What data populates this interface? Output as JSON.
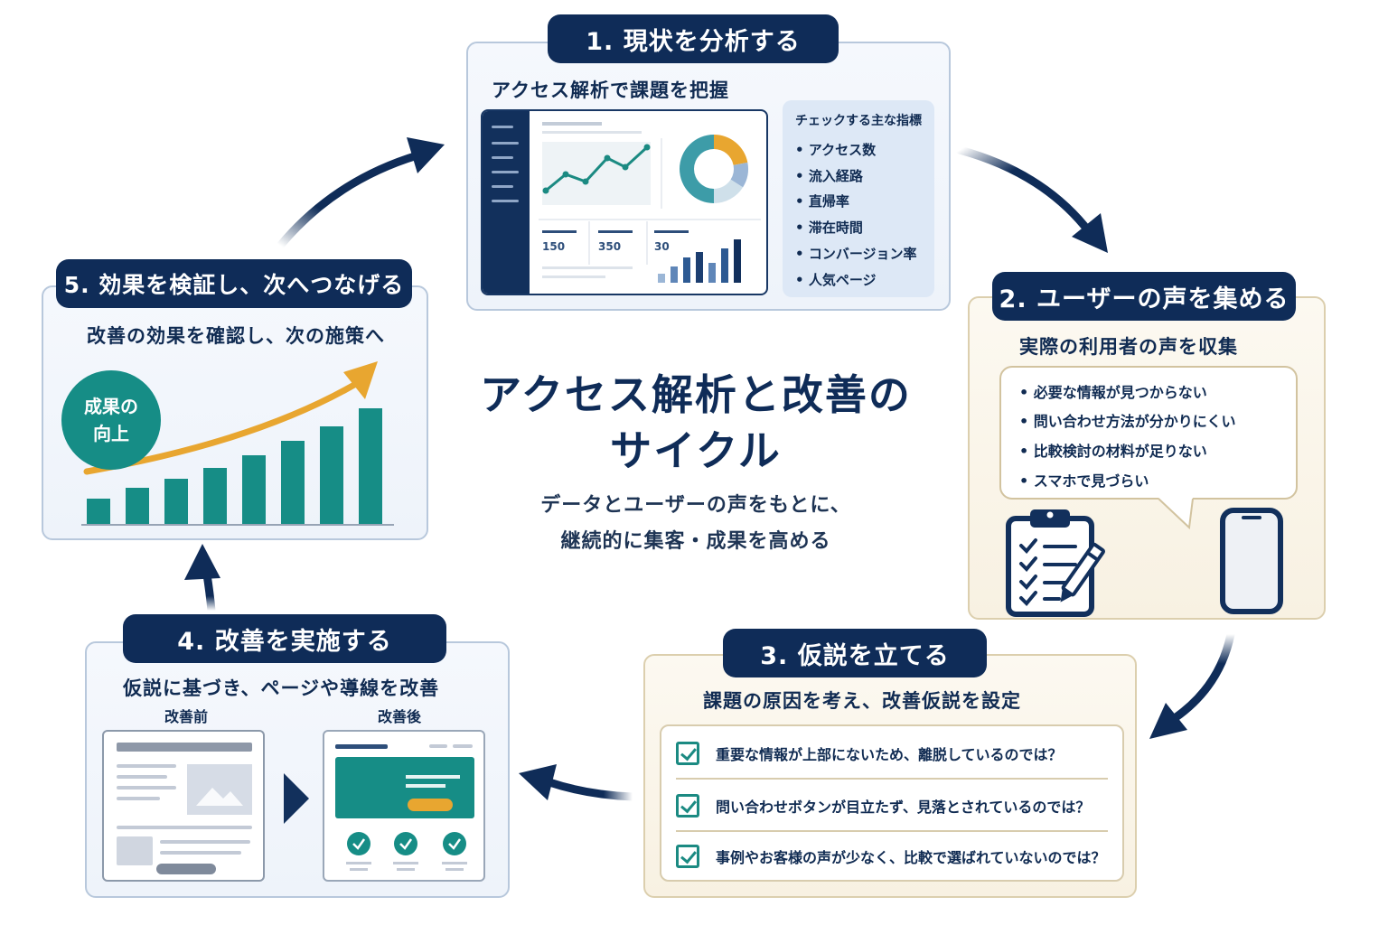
{
  "center": {
    "title_line1": "アクセス解析と改善の",
    "title_line2": "サイクル",
    "sub_line1": "データとユーザーの声をもとに、",
    "sub_line2": "継続的に集客・成果を高める"
  },
  "step1": {
    "title": "1. 現状を分析する",
    "subtitle": "アクセス解析で課題を把握",
    "metrics_heading": "チェックする主な指標",
    "metrics": [
      "アクセス数",
      "流入経路",
      "直帰率",
      "滞在時間",
      "コンバージョン率",
      "人気ページ"
    ],
    "dashboard_values": [
      "150",
      "350",
      "30"
    ],
    "donut": [
      0.22,
      0.12,
      0.16,
      0.5
    ]
  },
  "step2": {
    "title": "2. ユーザーの声を集める",
    "subtitle": "実際の利用者の声を収集",
    "voices": [
      "必要な情報が見つからない",
      "問い合わせ方法が分かりにくい",
      "比較検討の材料が足りない",
      "スマホで見づらい"
    ]
  },
  "step3": {
    "title": "3. 仮説を立てる",
    "subtitle": "課題の原因を考え、改善仮説を設定",
    "hypotheses": [
      "重要な情報が上部にないため、離脱しているのでは？",
      "問い合わせボタンが目立たず、見落とされているのでは？",
      "事例やお客様の声が少なく、比較で選ばれていないのでは？"
    ]
  },
  "step4": {
    "title": "4. 改善を実施する",
    "subtitle": "仮説に基づき、ページや導線を改善",
    "before_label": "改善前",
    "after_label": "改善後"
  },
  "step5": {
    "title": "5. 効果を検証し、次へつなげる",
    "subtitle": "改善の効果を確認し、次の施策へ",
    "badge_line1": "成果の",
    "badge_line2": "向上"
  },
  "colors": {
    "navy": "#0f2c58",
    "teal": "#168d86",
    "gold": "#e8a630",
    "light_blue_bg": "#eef3fa",
    "cream_bg": "#f8f1e2"
  }
}
